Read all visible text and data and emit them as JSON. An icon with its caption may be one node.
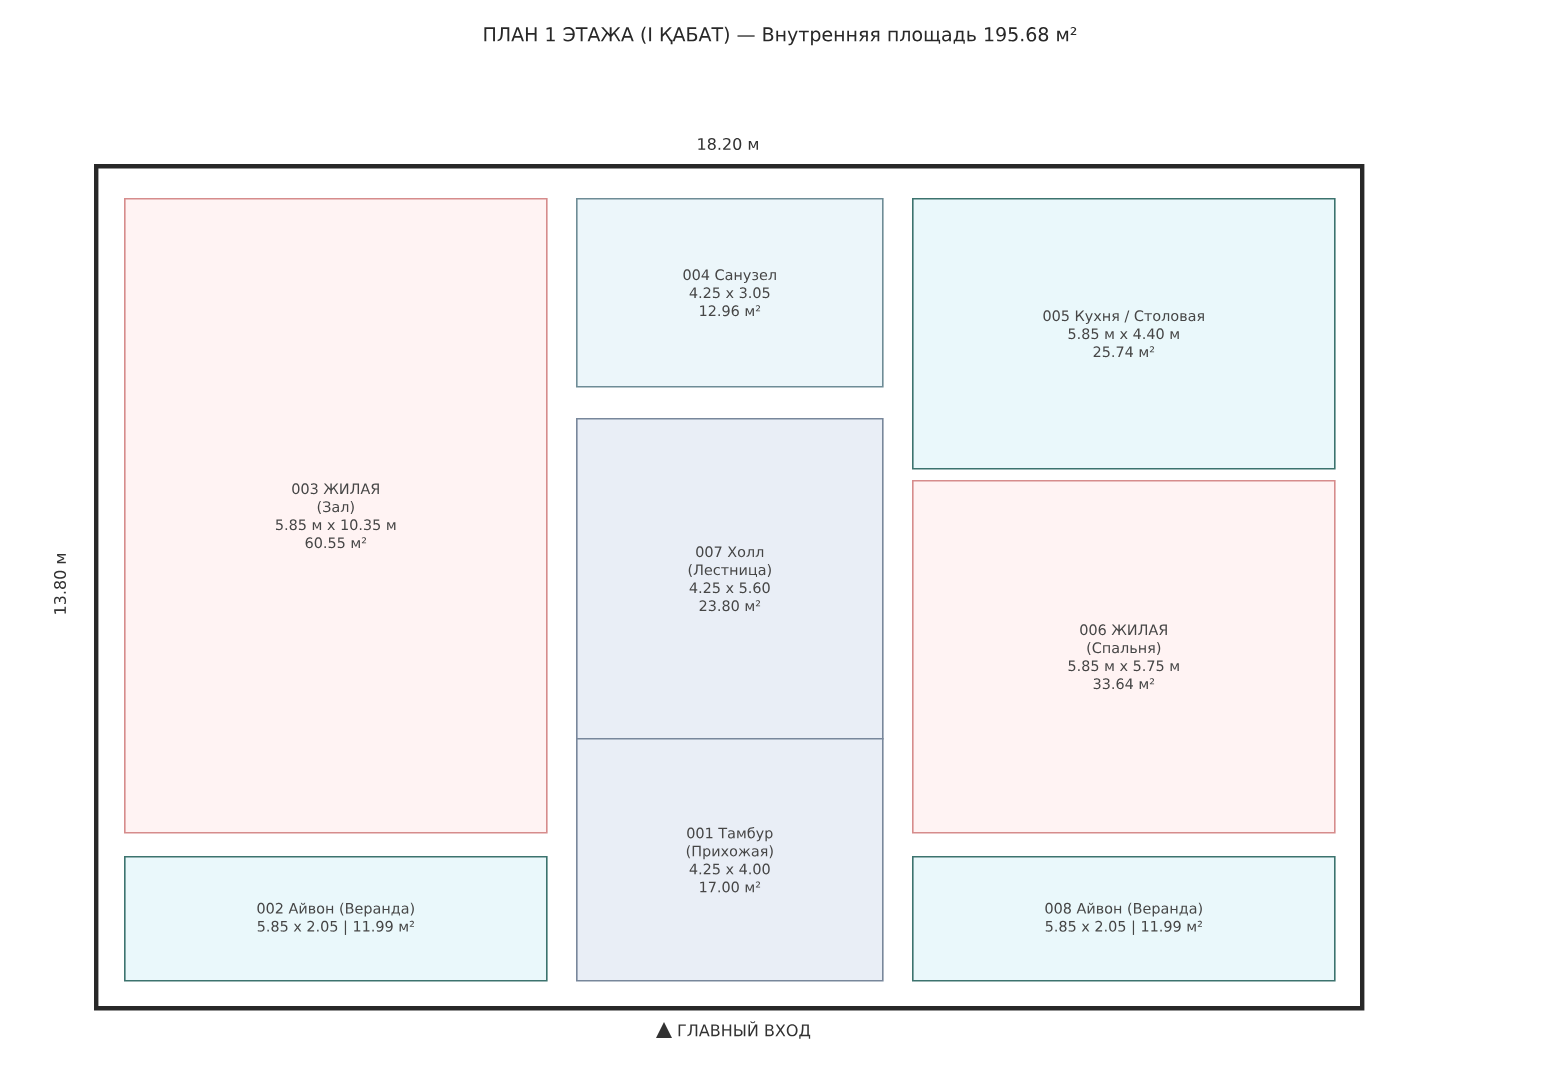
{
  "diagram": {
    "title": "ПЛАН 1 ЭТАЖА (I ҚАБАТ) — Внутренняя площадь 195.68 м²",
    "nodes": [
      {
        "text": [],
        "shape": "box"
      },
      {
        "text": [
          "003 ЖИЛАЯ",
          "(Зал)",
          "5.85 м x 10.35 м",
          "60.55 м²"
        ],
        "in": 0
      },
      {
        "text": [
          "004 Санузел",
          "4.25 x 3.05",
          "12.96 м²"
        ],
        "in": 0
      },
      {
        "text": [
          "005 Кухня / Столовая",
          "5.85 м x 4.40 м",
          "25.74 м²"
        ],
        "in": 0
      },
      {
        "text": [
          "007 Холл",
          "(Лестница)",
          "4.25 x 5.60",
          "23.80 м²"
        ],
        "in": 0
      },
      {
        "text": [
          "006 ЖИЛАЯ",
          "(Спальня)",
          "5.85 м x 5.75 м",
          "33.64 м²"
        ],
        "in": 0
      },
      {
        "text": [
          "001 Тамбур",
          "(Прихожая)",
          "4.25 x 4.00",
          "17.00 м²"
        ],
        "in": 0
      },
      {
        "text": [
          "002 Айвон (Веранда)",
          "5.85 x 2.05 | 11.99 м²"
        ],
        "in": 0
      },
      {
        "text": [
          "008 Айвон (Веранда)",
          "5.85 x 2.05 | 11.99 м²"
        ],
        "in": 0
      }
    ],
    "labels": [
      "18.20 м",
      "13.80 м",
      "ГЛАВНЫЙ ВХОД"
    ]
  }
}
